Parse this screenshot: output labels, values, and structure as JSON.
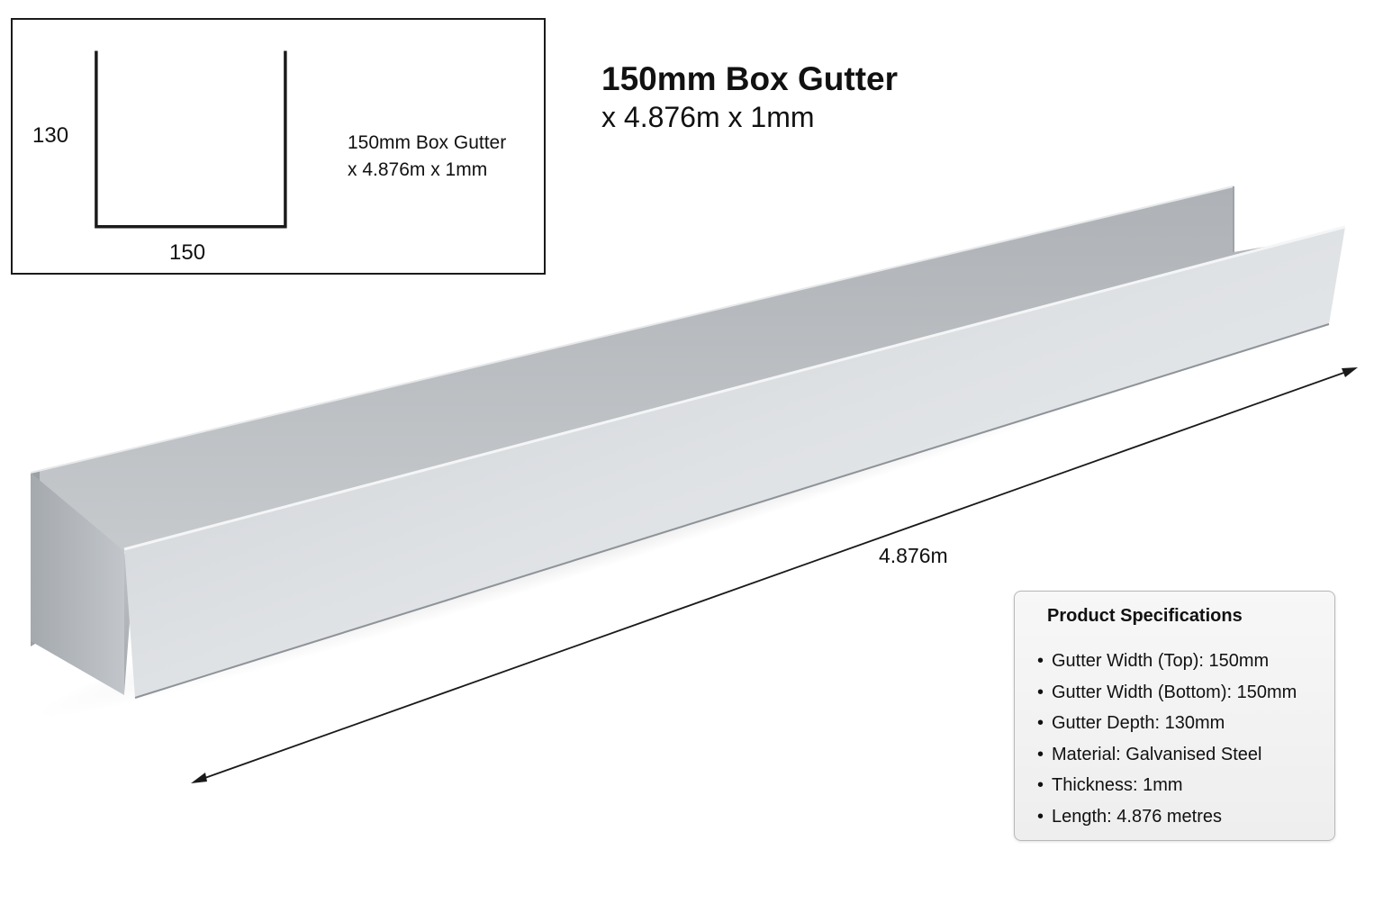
{
  "profile_diagram": {
    "depth_label": "130",
    "width_label": "150",
    "caption_line1": "150mm Box Gutter",
    "caption_line2": "x 4.876m x 1mm"
  },
  "title": {
    "main": "150mm Box Gutter",
    "sub": "x 4.876m x 1mm"
  },
  "length_dimension": "4.876m",
  "specifications": {
    "heading": "Product Specifications",
    "items": [
      "Gutter Width (Top): 150mm",
      "Gutter Width (Bottom): 150mm",
      "Gutter Depth: 130mm",
      "Material: Galvanised Steel",
      "Thickness: 1mm",
      "Length: 4.876 metres"
    ]
  },
  "colors": {
    "steel_light": "#d9dcdf",
    "steel_dark": "#9ea3a8",
    "outline": "#1a1a1a"
  }
}
